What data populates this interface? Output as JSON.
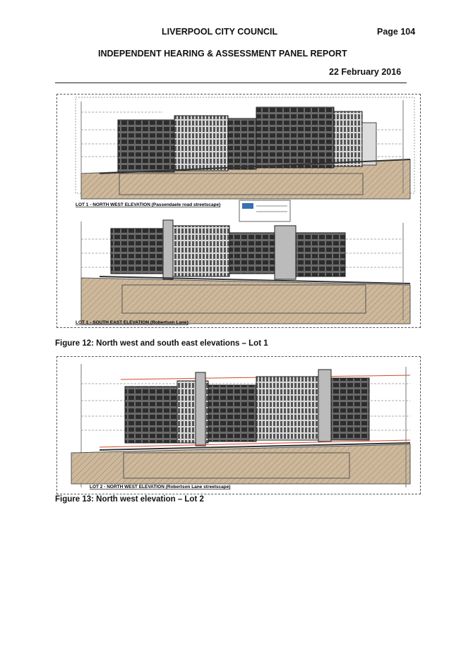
{
  "header": {
    "council": "LIVERPOOL CITY COUNCIL",
    "page": "Page 104",
    "report_title": "INDEPENDENT HEARING & ASSESSMENT PANEL REPORT",
    "date": "22 February 2016"
  },
  "figures": [
    {
      "caption": "Figure 12: North west and south east elevations – Lot 1",
      "drawings": [
        {
          "title": "LOT 1 - NORTH WEST ELEVATION (Passendaele road streetscape)"
        },
        {
          "title": "LOT 1 - SOUTH EAST ELEVATION (Robertson Lane)"
        }
      ]
    },
    {
      "caption": "Figure 13: North west elevation – Lot 2",
      "drawings": [
        {
          "title": "LOT 2 - NORTH WEST ELEVATION (Robertson Lane streetscape)"
        }
      ]
    }
  ],
  "colors": {
    "ground_hatch": "#c9b59a",
    "building_dark": "#5a5a5a",
    "building_light": "#e8e8e8",
    "redline": "#d24a2a"
  }
}
